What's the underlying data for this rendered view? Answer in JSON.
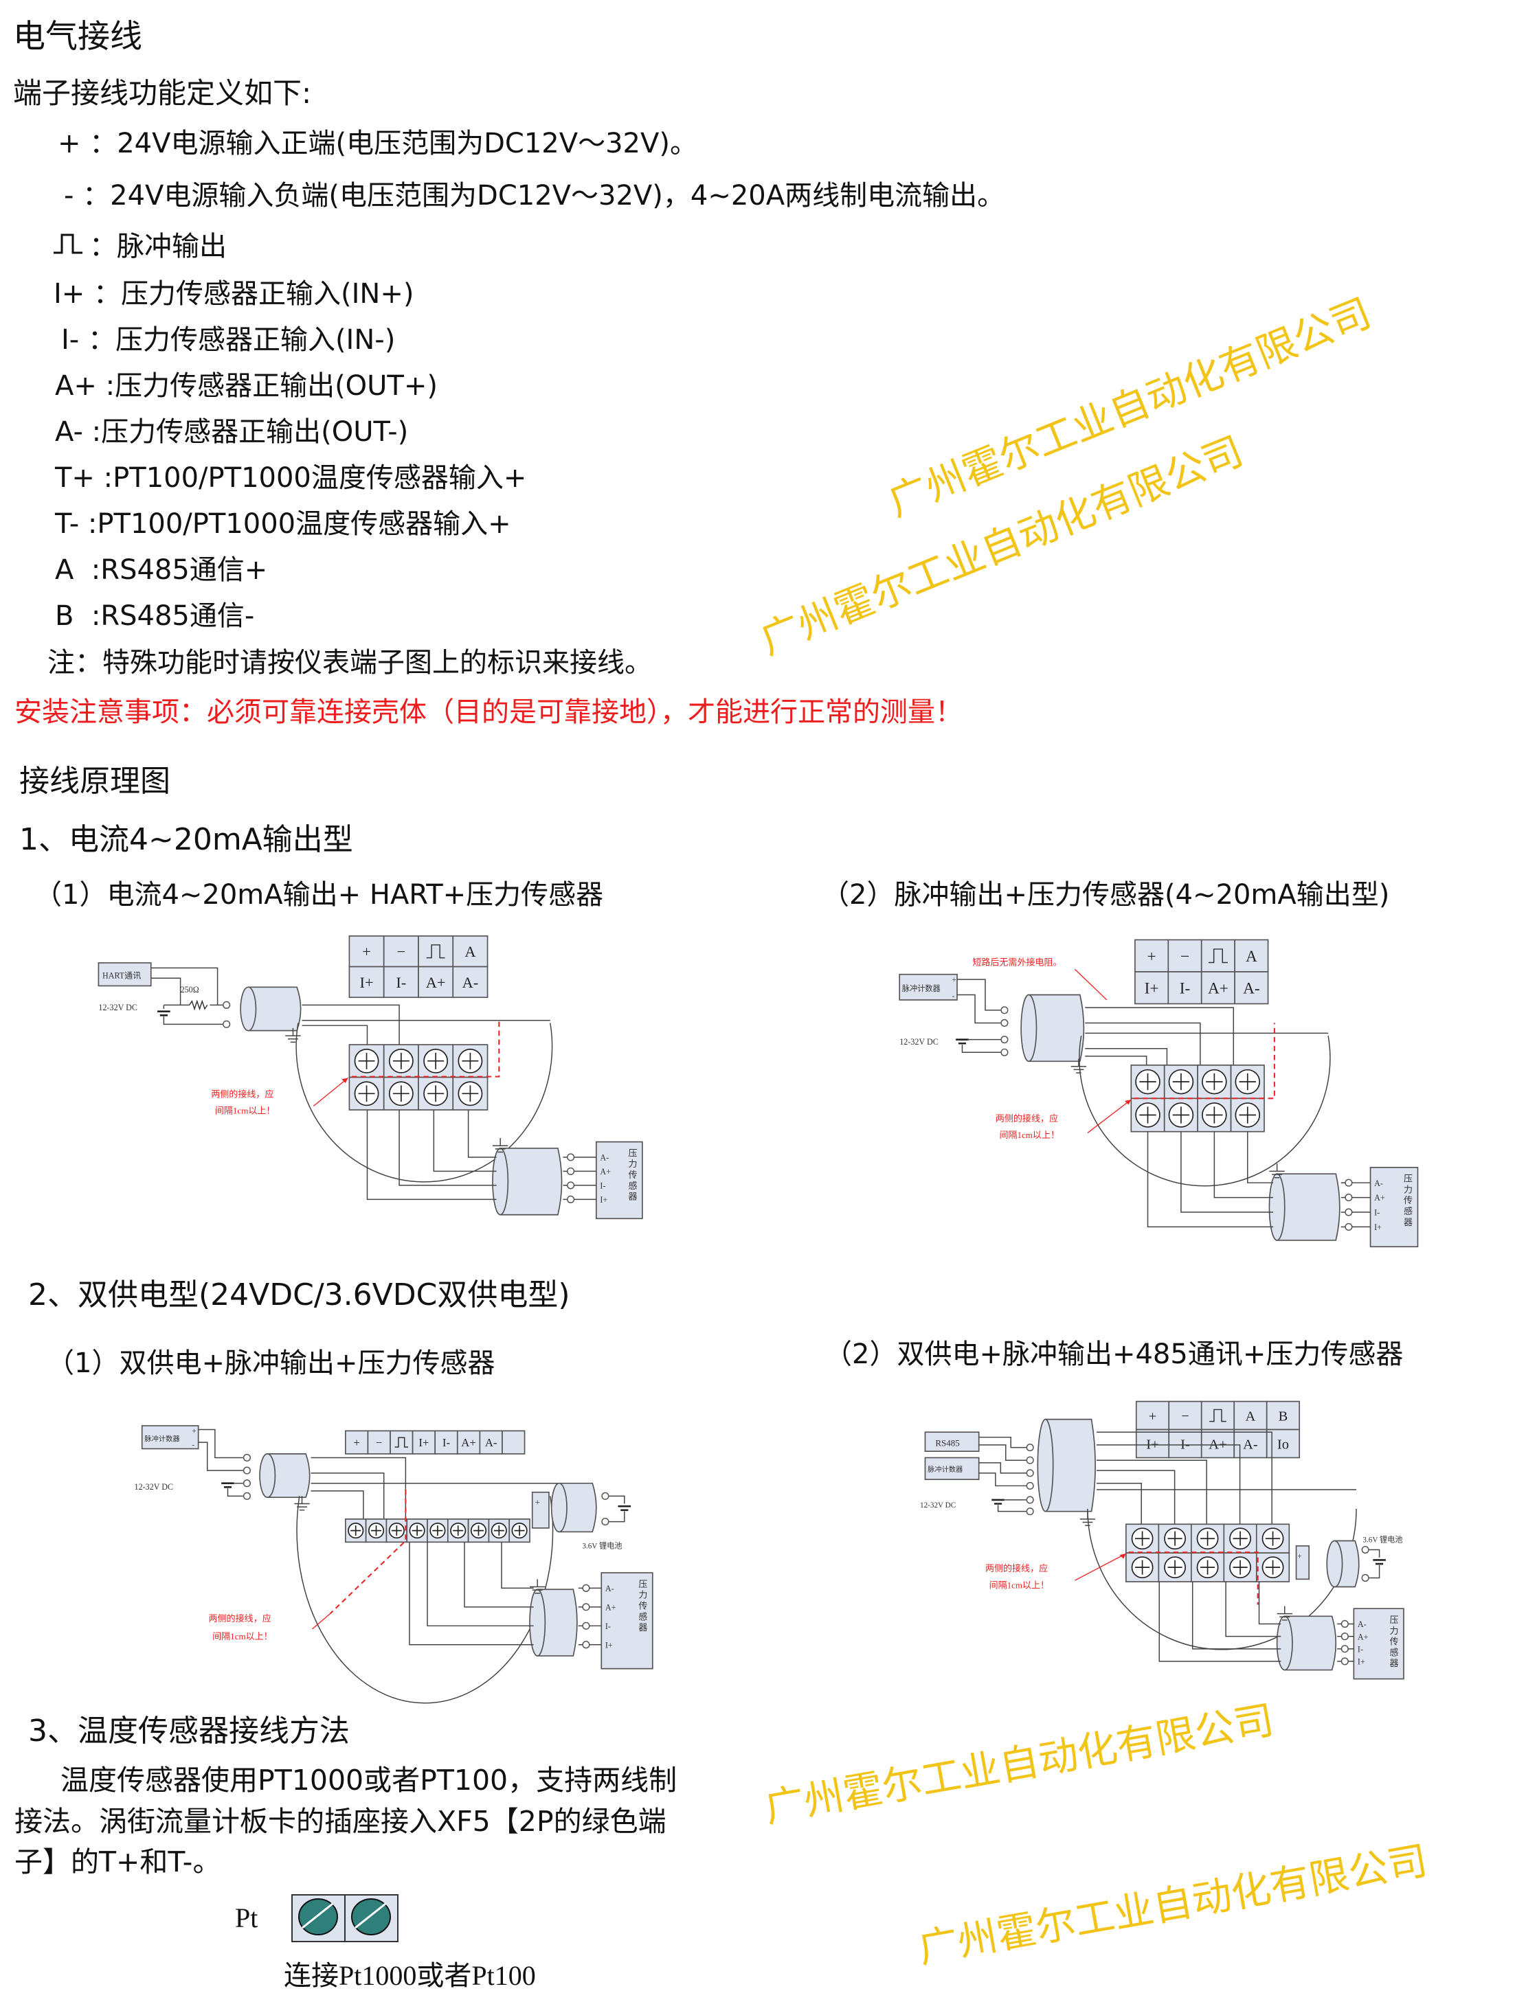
{
  "title": "电气接线",
  "intro": "端子接线功能定义如下:",
  "definitions": [
    "+ ：24V电源输入正端(电压范围为DC12V～32V)。",
    "- ：24V电源输入负端(电压范围为DC12V～32V)，4~20A两线制电流输出。",
    "：脉冲输出",
    "I+ ：压力传感器正输入(IN+)",
    "I- ：压力传感器正输入(IN-)",
    "A+ :压力传感器正输出(OUT+)",
    "A- :压力传感器正输出(OUT-)",
    "T+ :PT100/PT1000温度传感器输入+",
    "T- :PT100/PT1000温度传感器输入+",
    "A  :RS485通信+",
    "B  :RS485通信-",
    "注：特殊功能时请按仪表端子图上的标识来接线。"
  ],
  "pulse_icon": "pulse-icon",
  "warning": "安装注意事项：必须可靠连接壳体（目的是可靠接地），才能进行正常的测量！",
  "wiring_heading": "接线原理图",
  "section1": {
    "title": "1、电流4~20mA输出型",
    "sub1": "（1）电流4~20mA输出+ HART+压力传感器",
    "sub2": "（2）脉冲输出+压力传感器(4~20mA输出型)"
  },
  "section2": {
    "title": "2、双供电型(24VDC/3.6VDC双供电型)",
    "sub1": "（1）双供电+脉冲输出+压力传感器",
    "sub2": "（2）双供电+脉冲输出+485通讯+压力传感器"
  },
  "section3": {
    "title": "3、温度传感器接线方法",
    "para": [
      "温度传感器使用PT1000或者PT100，支持两线制",
      "接法。涡街流量计板卡的插座接入XF5【2P的绿色端",
      "子】的T+和T-。"
    ],
    "pt_label": "Pt",
    "caption": "连接Pt1000或者Pt100"
  },
  "diagram_labels": {
    "hart": "HART通讯",
    "resistor": "250Ω",
    "supply": "12-32V  DC",
    "counter": "脉冲计数器",
    "rs485": "RS485",
    "no_resistor_note": "短路后无需外接电阻。",
    "spacing_note_1": "两侧的接线，应",
    "spacing_note_2": "间隔1cm以上！",
    "battery": "3.6V 锂电池",
    "sensor_name": "压力传感器",
    "sensor_pins": [
      "A-",
      "A+",
      "I-",
      "I+"
    ],
    "plus": "+",
    "minus": "-"
  },
  "terminal_tables": {
    "d1": [
      [
        "+",
        "−",
        "pulse",
        "A"
      ],
      [
        "I+",
        "I-",
        "A+",
        "A-"
      ]
    ],
    "d2": [
      [
        "+",
        "−",
        "pulse",
        "A"
      ],
      [
        "I+",
        "I-",
        "A+",
        "A-"
      ]
    ],
    "d3": [
      [
        "+",
        "−",
        "pulse",
        "I+",
        "I-",
        "A+",
        "A-",
        ""
      ]
    ],
    "d4": [
      [
        "+",
        "−",
        "pulse",
        "A",
        "B"
      ],
      [
        "I+",
        "I-",
        "A+",
        "A-",
        "Io"
      ]
    ]
  },
  "watermark": "广州霍尔工业自动化有限公司",
  "colors": {
    "warning": "#ee1c1c",
    "watermark": "#f2c417",
    "box_fill": "#dde3ef",
    "terminal_green": "#2f7f7b"
  }
}
